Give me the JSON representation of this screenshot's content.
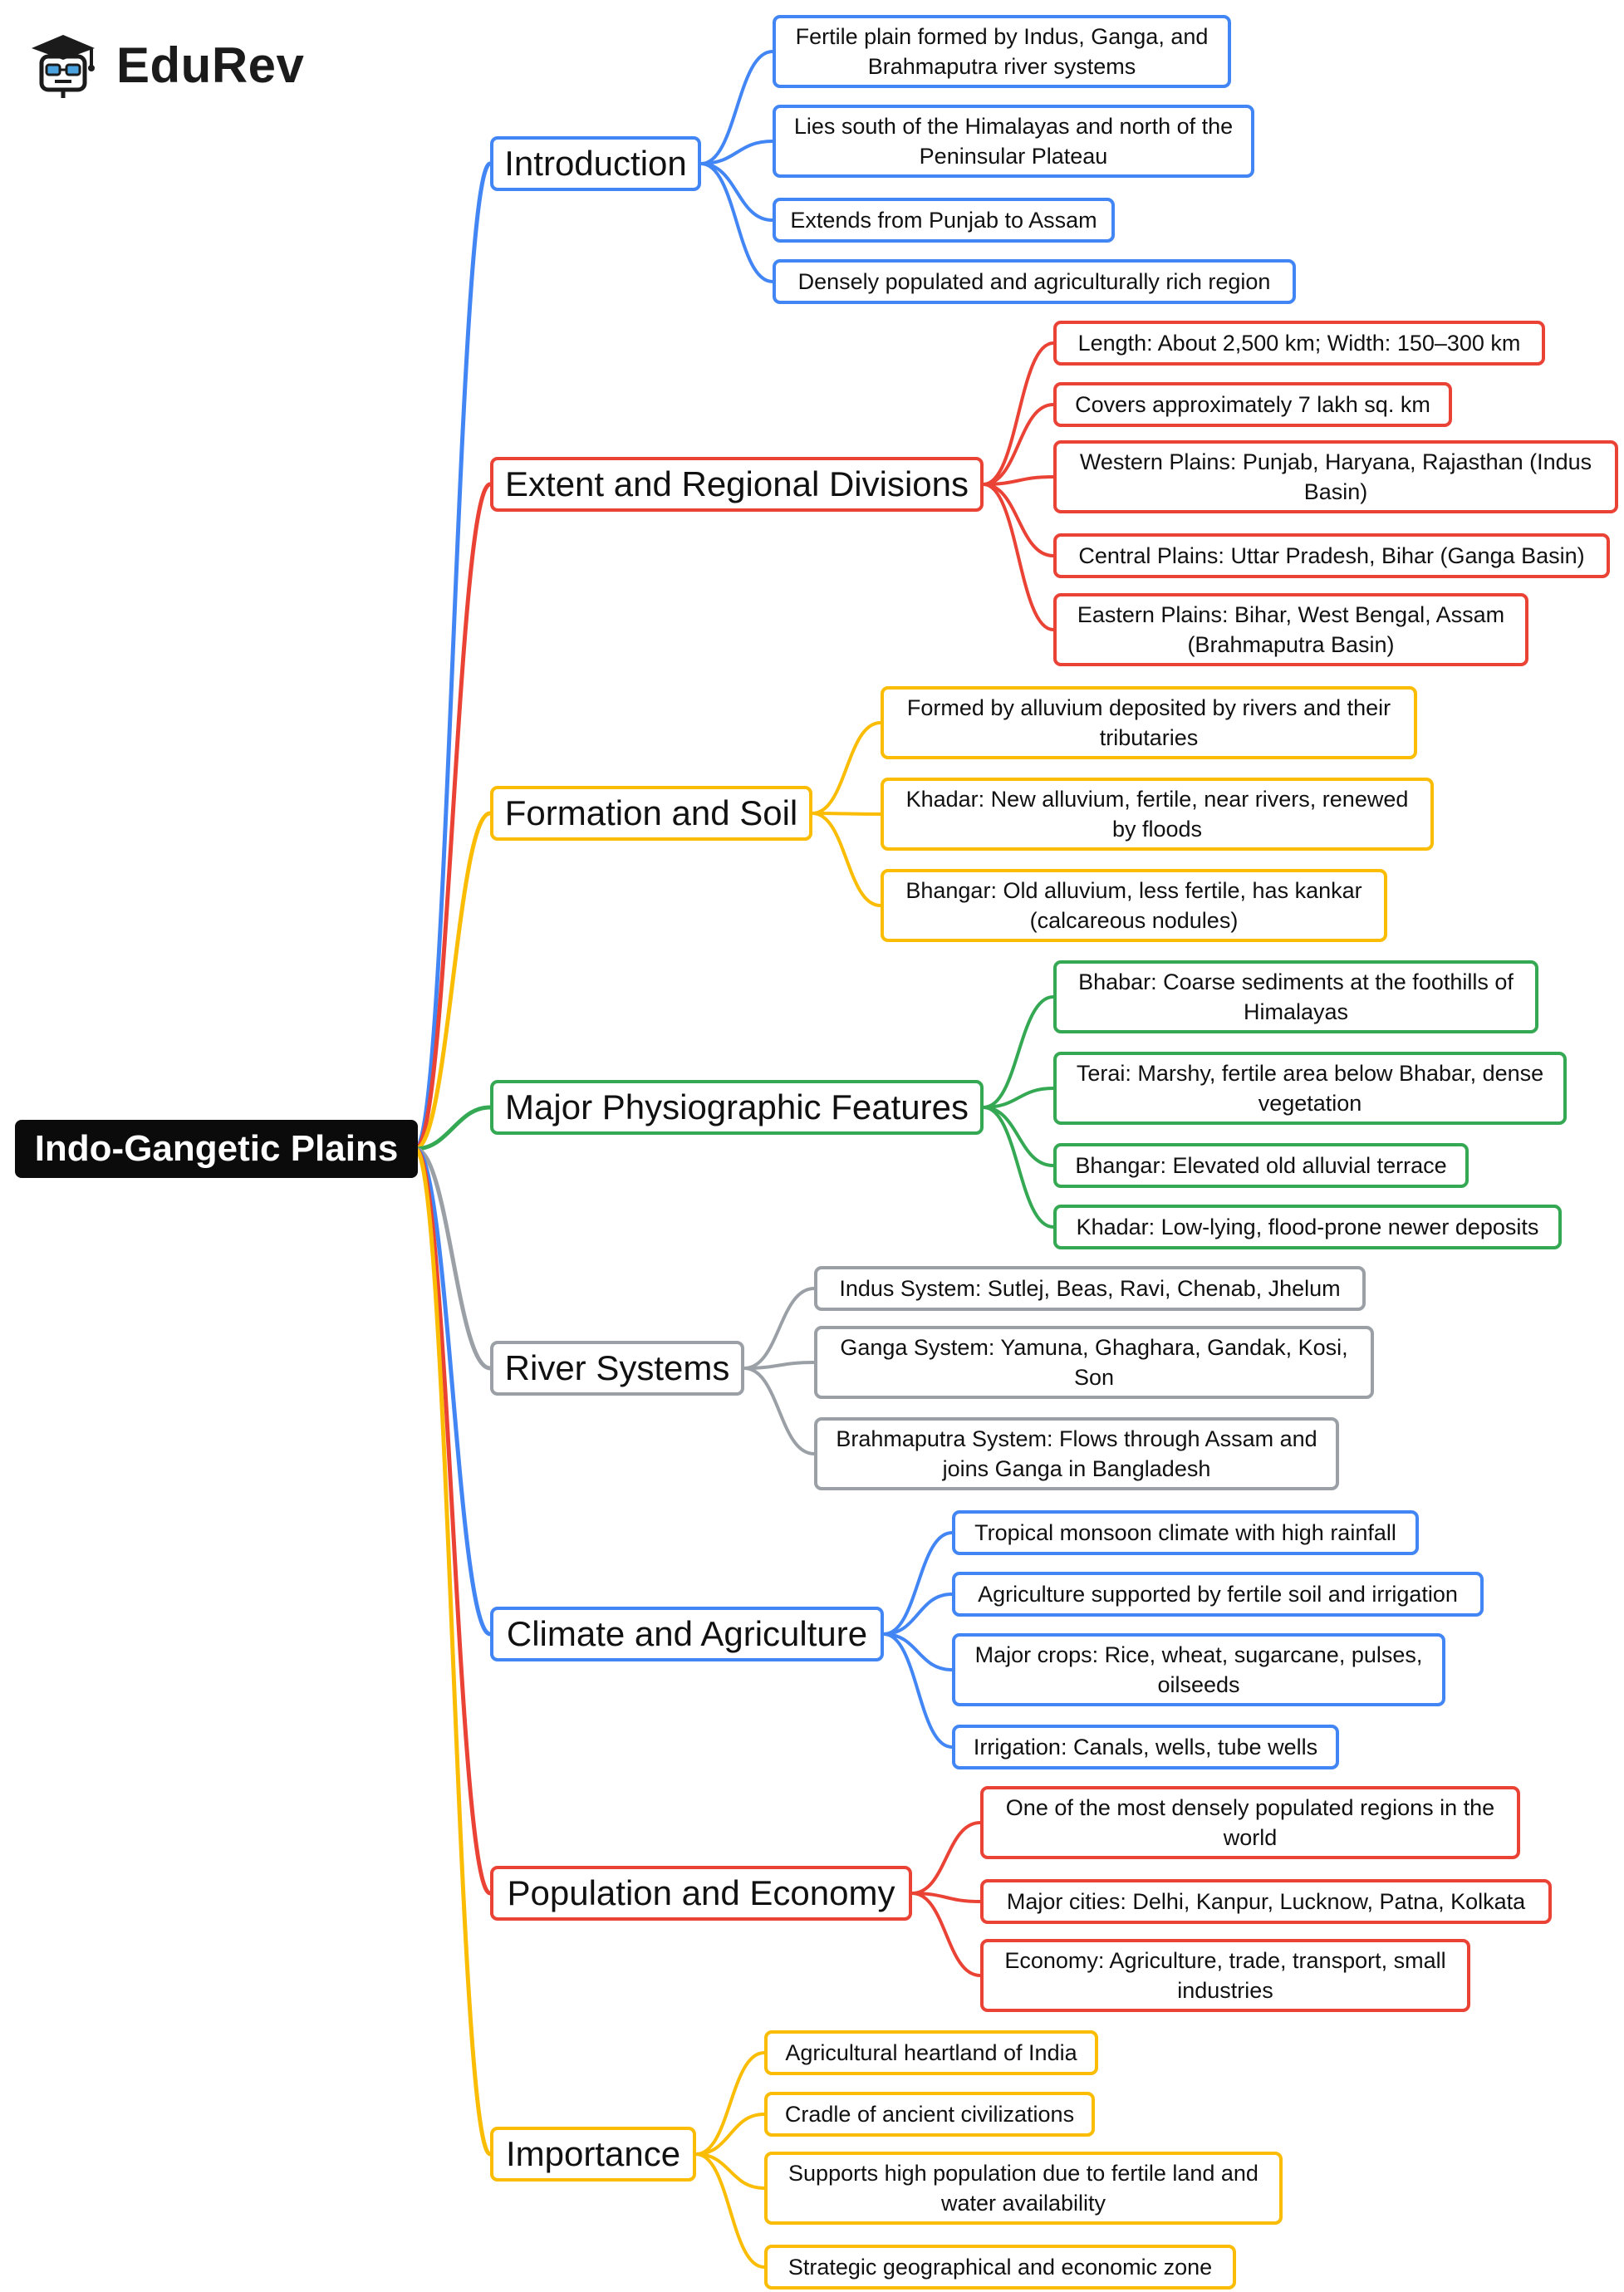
{
  "brand": {
    "name": "EduRev",
    "icon": "graduation-cap-robot-icon"
  },
  "root": {
    "label": "Indo-Gangetic Plains"
  },
  "colors": {
    "blue": "#4285F4",
    "red": "#EA4335",
    "yellow": "#FBBC04",
    "green": "#34A853",
    "gray": "#9AA0A6"
  },
  "branches": [
    {
      "label": "Introduction",
      "color": "blue",
      "items": [
        "Fertile plain formed by Indus, Ganga, and Brahmaputra river systems",
        "Lies south of the Himalayas and north of the Peninsular Plateau",
        "Extends from Punjab to Assam",
        "Densely populated and agriculturally rich region"
      ]
    },
    {
      "label": "Extent and Regional Divisions",
      "color": "red",
      "items": [
        "Length: About 2,500 km; Width: 150–300 km",
        "Covers approximately 7 lakh sq. km",
        "Western Plains: Punjab, Haryana, Rajasthan (Indus Basin)",
        "Central Plains: Uttar Pradesh, Bihar (Ganga Basin)",
        "Eastern Plains: Bihar, West Bengal, Assam (Brahmaputra Basin)"
      ]
    },
    {
      "label": "Formation and Soil",
      "color": "yellow",
      "items": [
        "Formed by alluvium deposited by rivers and their tributaries",
        "Khadar: New alluvium, fertile, near rivers, renewed by floods",
        "Bhangar: Old alluvium, less fertile, has kankar (calcareous nodules)"
      ]
    },
    {
      "label": "Major Physiographic Features",
      "color": "green",
      "items": [
        "Bhabar: Coarse sediments at the foothills of Himalayas",
        "Terai: Marshy, fertile area below Bhabar, dense vegetation",
        "Bhangar: Elevated old alluvial terrace",
        "Khadar: Low-lying, flood-prone newer deposits"
      ]
    },
    {
      "label": "River Systems",
      "color": "gray",
      "items": [
        "Indus System: Sutlej, Beas, Ravi, Chenab, Jhelum",
        "Ganga System: Yamuna, Ghaghara, Gandak, Kosi, Son",
        "Brahmaputra System: Flows through Assam and joins Ganga in Bangladesh"
      ]
    },
    {
      "label": "Climate and Agriculture",
      "color": "blue",
      "items": [
        "Tropical monsoon climate with high rainfall",
        "Agriculture supported by fertile soil and irrigation",
        "Major crops: Rice, wheat, sugarcane, pulses, oilseeds",
        "Irrigation: Canals, wells, tube wells"
      ]
    },
    {
      "label": "Population and Economy",
      "color": "red",
      "items": [
        "One of the most densely populated regions in the world",
        "Major cities: Delhi, Kanpur, Lucknow, Patna, Kolkata",
        "Economy: Agriculture, trade, transport, small industries"
      ]
    },
    {
      "label": "Importance",
      "color": "yellow",
      "items": [
        "Agricultural heartland of India",
        "Cradle of ancient civilizations",
        "Supports high population due to fertile land and water availability",
        "Strategic geographical and economic zone"
      ]
    }
  ]
}
